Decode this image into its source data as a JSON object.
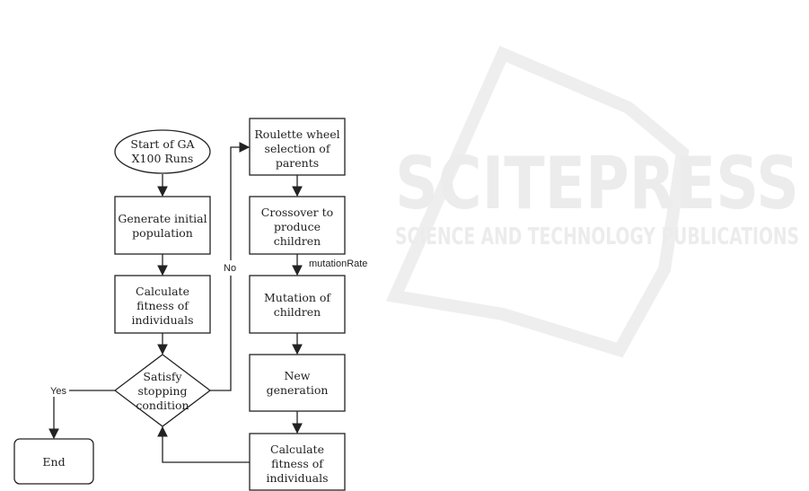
{
  "watermark": {
    "brand": "SCITEPRESS",
    "tagline": "SCIENCE AND TECHNOLOGY PUBLICATIONS"
  },
  "nodes": {
    "start": [
      "Start of GA",
      "X100 Runs"
    ],
    "generate": [
      "Generate initial",
      "population"
    ],
    "fitness1": [
      "Calculate",
      "fitness of",
      "individuals"
    ],
    "decision": [
      "Satisfy",
      "stopping",
      "condition"
    ],
    "end": [
      "End"
    ],
    "roulette": [
      "Roulette wheel",
      "selection of",
      "parents"
    ],
    "crossover": [
      "Crossover to",
      "produce",
      "children"
    ],
    "mutation": [
      "Mutation of",
      "children"
    ],
    "newgen": [
      "New",
      "generation"
    ],
    "fitness2": [
      "Calculate",
      "fitness of",
      "individuals"
    ]
  },
  "edges": {
    "yes": "Yes",
    "no": "No",
    "mutation_rate": "mutationRate"
  }
}
